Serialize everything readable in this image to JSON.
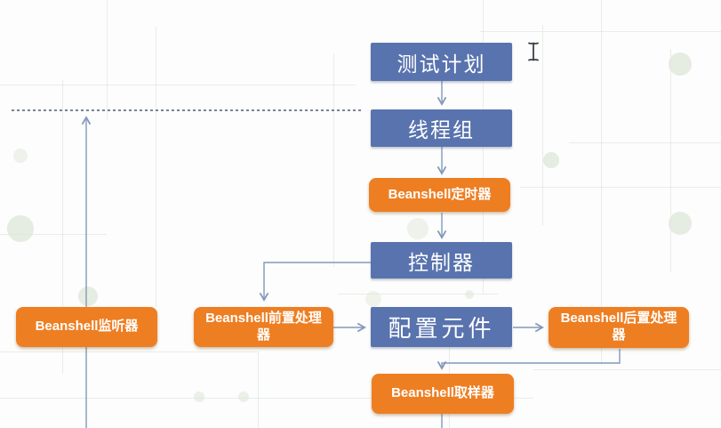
{
  "diagram": {
    "nodes": {
      "test_plan": {
        "label": "测试计划",
        "type": "primary"
      },
      "thread_group": {
        "label": "线程组",
        "type": "primary"
      },
      "beanshell_timer": {
        "label": "Beanshell定时器",
        "type": "accent"
      },
      "controller": {
        "label": "控制器",
        "type": "primary"
      },
      "config_element": {
        "label": "配置元件",
        "type": "primary"
      },
      "beanshell_listener": {
        "label": "Beanshell监听器",
        "type": "accent"
      },
      "beanshell_pre_processor": {
        "label": "Beanshell前置处理器",
        "type": "accent"
      },
      "beanshell_post_processor": {
        "label": "Beanshell后置处理器",
        "type": "accent"
      },
      "beanshell_sampler": {
        "label": "Beanshell取样器",
        "type": "accent"
      }
    },
    "edges": [
      {
        "from": "test_plan",
        "to": "thread_group",
        "style": "arrow-down"
      },
      {
        "from": "thread_group",
        "to": "beanshell_timer",
        "style": "arrow-down"
      },
      {
        "from": "beanshell_timer",
        "to": "controller",
        "style": "arrow-down"
      },
      {
        "from": "controller",
        "to": "beanshell_pre_processor",
        "style": "elbow-arrow"
      },
      {
        "from": "beanshell_pre_processor",
        "to": "config_element",
        "style": "arrow-right"
      },
      {
        "from": "config_element",
        "to": "beanshell_post_processor",
        "style": "arrow-right"
      },
      {
        "from": "beanshell_post_processor",
        "to": "beanshell_sampler",
        "style": "elbow-arrow"
      },
      {
        "from": "beanshell_listener",
        "to": "dashed-boundary-line",
        "style": "arrow-up"
      },
      {
        "from": "beanshell_listener",
        "to": "bottom-edge",
        "style": "line-down"
      },
      {
        "from": "beanshell_sampler",
        "to": "bottom-edge",
        "style": "line-down"
      }
    ],
    "boundary": {
      "style": "horizontal-dashed-line"
    },
    "colors": {
      "primary_box": "#5973AE",
      "accent_box": "#EE7E22",
      "connector": "#8399BB",
      "dashed_line": "#4F5B76",
      "background": "#FCFDFC",
      "box_text": "#FFFFFF"
    }
  },
  "icons": {
    "cursor": "i-beam-text-cursor"
  }
}
